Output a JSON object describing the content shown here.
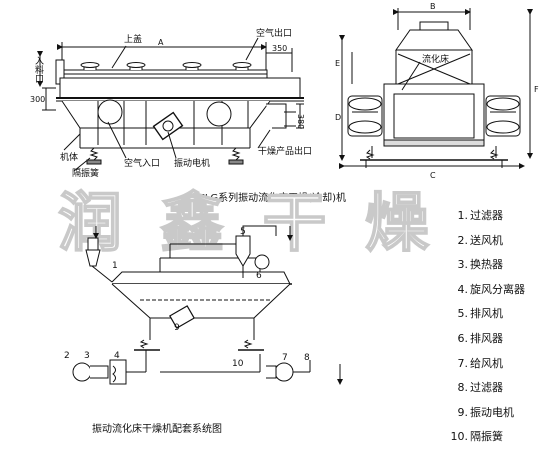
{
  "watermark": "润 鑫 干 燥",
  "front_view": {
    "labels": {
      "cover": "上盖",
      "air_outlet": "空气出口",
      "feed_inlet": "入料口",
      "machine_body": "机体",
      "isolation_spring": "隔振簧",
      "air_inlet": "空气入口",
      "vibration_motor": "振动电机",
      "product_outlet": "干燥产品出口"
    },
    "dims": {
      "a": "A",
      "d350": "350",
      "d300": "300",
      "d380": "380"
    }
  },
  "side_view": {
    "labels": {
      "fluidized_bed": "流化床"
    },
    "dims": {
      "b": "B",
      "c": "C",
      "d": "D",
      "e": "E",
      "f": "F"
    }
  },
  "main_caption": "ZLG系列振动流化床干燥(冷却)机",
  "system_caption": "振动流化床干燥机配套系统图",
  "system_numbers": [
    "1",
    "2",
    "3",
    "4",
    "5",
    "6",
    "7",
    "8",
    "9",
    "10"
  ],
  "legend": [
    {
      "num": "1.",
      "text": "过滤器"
    },
    {
      "num": "2.",
      "text": "送风机"
    },
    {
      "num": "3.",
      "text": "换热器"
    },
    {
      "num": "4.",
      "text": "旋风分离器"
    },
    {
      "num": "5.",
      "text": "排风机"
    },
    {
      "num": "6.",
      "text": "排风器"
    },
    {
      "num": "7.",
      "text": "给风机"
    },
    {
      "num": "8.",
      "text": "过滤器"
    },
    {
      "num": "9.",
      "text": "振动电机"
    },
    {
      "num": "10.",
      "text": "隔振簧"
    }
  ]
}
